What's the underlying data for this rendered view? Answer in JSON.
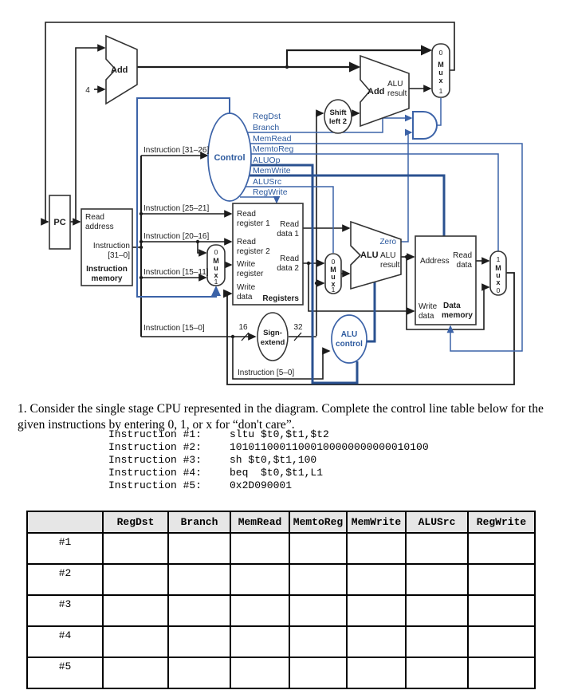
{
  "colors": {
    "control_blue": "#2d5a9e",
    "wire_blue": "#3c63a8",
    "wire_blue_bold": "#2a5190",
    "wire_black": "#1c1c1c",
    "table_header_bg": "#e6e6e6"
  },
  "diagram": {
    "pc": "PC",
    "add_label": "Add",
    "four": "4",
    "imem": {
      "l1": "Read",
      "l2": "address",
      "l3": "Instruction",
      "l4": "[31–0]",
      "n1": "Instruction",
      "n2": "memory"
    },
    "taps": {
      "t31": "Instruction [31–26]",
      "t25": "Instruction [25–21]",
      "t20": "Instruction [20–16]",
      "t15": "Instruction [15–11]",
      "t150": "Instruction [15–0]",
      "t50": "Instruction [5–0]"
    },
    "control": {
      "name": "Control",
      "regdst": "RegDst",
      "branch": "Branch",
      "memread": "MemRead",
      "memtoreg": "MemtoReg",
      "aluop": "ALUOp",
      "memwrite": "MemWrite",
      "alusrc": "ALUSrc",
      "regwrite": "RegWrite"
    },
    "regs": {
      "rr1a": "Read",
      "rr1b": "register 1",
      "rr2a": "Read",
      "rr2b": "register 2",
      "wra": "Write",
      "wrb": "register",
      "wda": "Write",
      "wdb": "data",
      "rd1a": "Read",
      "rd1b": "data 1",
      "rd2a": "Read",
      "rd2b": "data 2",
      "name": "Registers"
    },
    "mux": {
      "zero": "0",
      "one": "1",
      "m": "M",
      "u": "u",
      "x": "x"
    },
    "shift": {
      "l1": "Shift",
      "l2": "left 2"
    },
    "adder": {
      "name": "Add",
      "r1": "ALU",
      "r2": "result"
    },
    "alu": {
      "name": "ALU",
      "zero": "Zero",
      "r1": "ALU",
      "r2": "result"
    },
    "signext": {
      "l1": "Sign-",
      "l2": "extend",
      "in": "16",
      "out": "32"
    },
    "aluctl": {
      "l1": "ALU",
      "l2": "control"
    },
    "dmem": {
      "address": "Address",
      "rda": "Read",
      "rdb": "data",
      "wda": "Write",
      "wdb": "data",
      "n1": "Data",
      "n2": "memory"
    }
  },
  "question": {
    "text": "1. Consider the single stage CPU represented in the diagram. Complete the control line table below for the given instructions by entering 0, 1, or x for “don't care”."
  },
  "instructions": [
    {
      "label": "Instruction #1:",
      "value": "sltu $t0,$t1,$t2"
    },
    {
      "label": "Instruction #2:",
      "value": "10101100011000100000000000010100"
    },
    {
      "label": "Instruction #3:",
      "value": "sh $t0,$t1,100"
    },
    {
      "label": "Instruction #4:",
      "value": "beq  $t0,$t1,L1"
    },
    {
      "label": "Instruction #5:",
      "value": "0x2D090001"
    }
  ],
  "table": {
    "headers": [
      "",
      "RegDst",
      "Branch",
      "MemRead",
      "MemtoReg",
      "MemWrite",
      "ALUSrc",
      "RegWrite"
    ],
    "rows": [
      {
        "label": "#1",
        "cells": [
          "",
          "",
          "",
          "",
          "",
          "",
          ""
        ]
      },
      {
        "label": "#2",
        "cells": [
          "",
          "",
          "",
          "",
          "",
          "",
          ""
        ]
      },
      {
        "label": "#3",
        "cells": [
          "",
          "",
          "",
          "",
          "",
          "",
          ""
        ]
      },
      {
        "label": "#4",
        "cells": [
          "",
          "",
          "",
          "",
          "",
          "",
          ""
        ]
      },
      {
        "label": "#5",
        "cells": [
          "",
          "",
          "",
          "",
          "",
          "",
          ""
        ]
      }
    ]
  }
}
